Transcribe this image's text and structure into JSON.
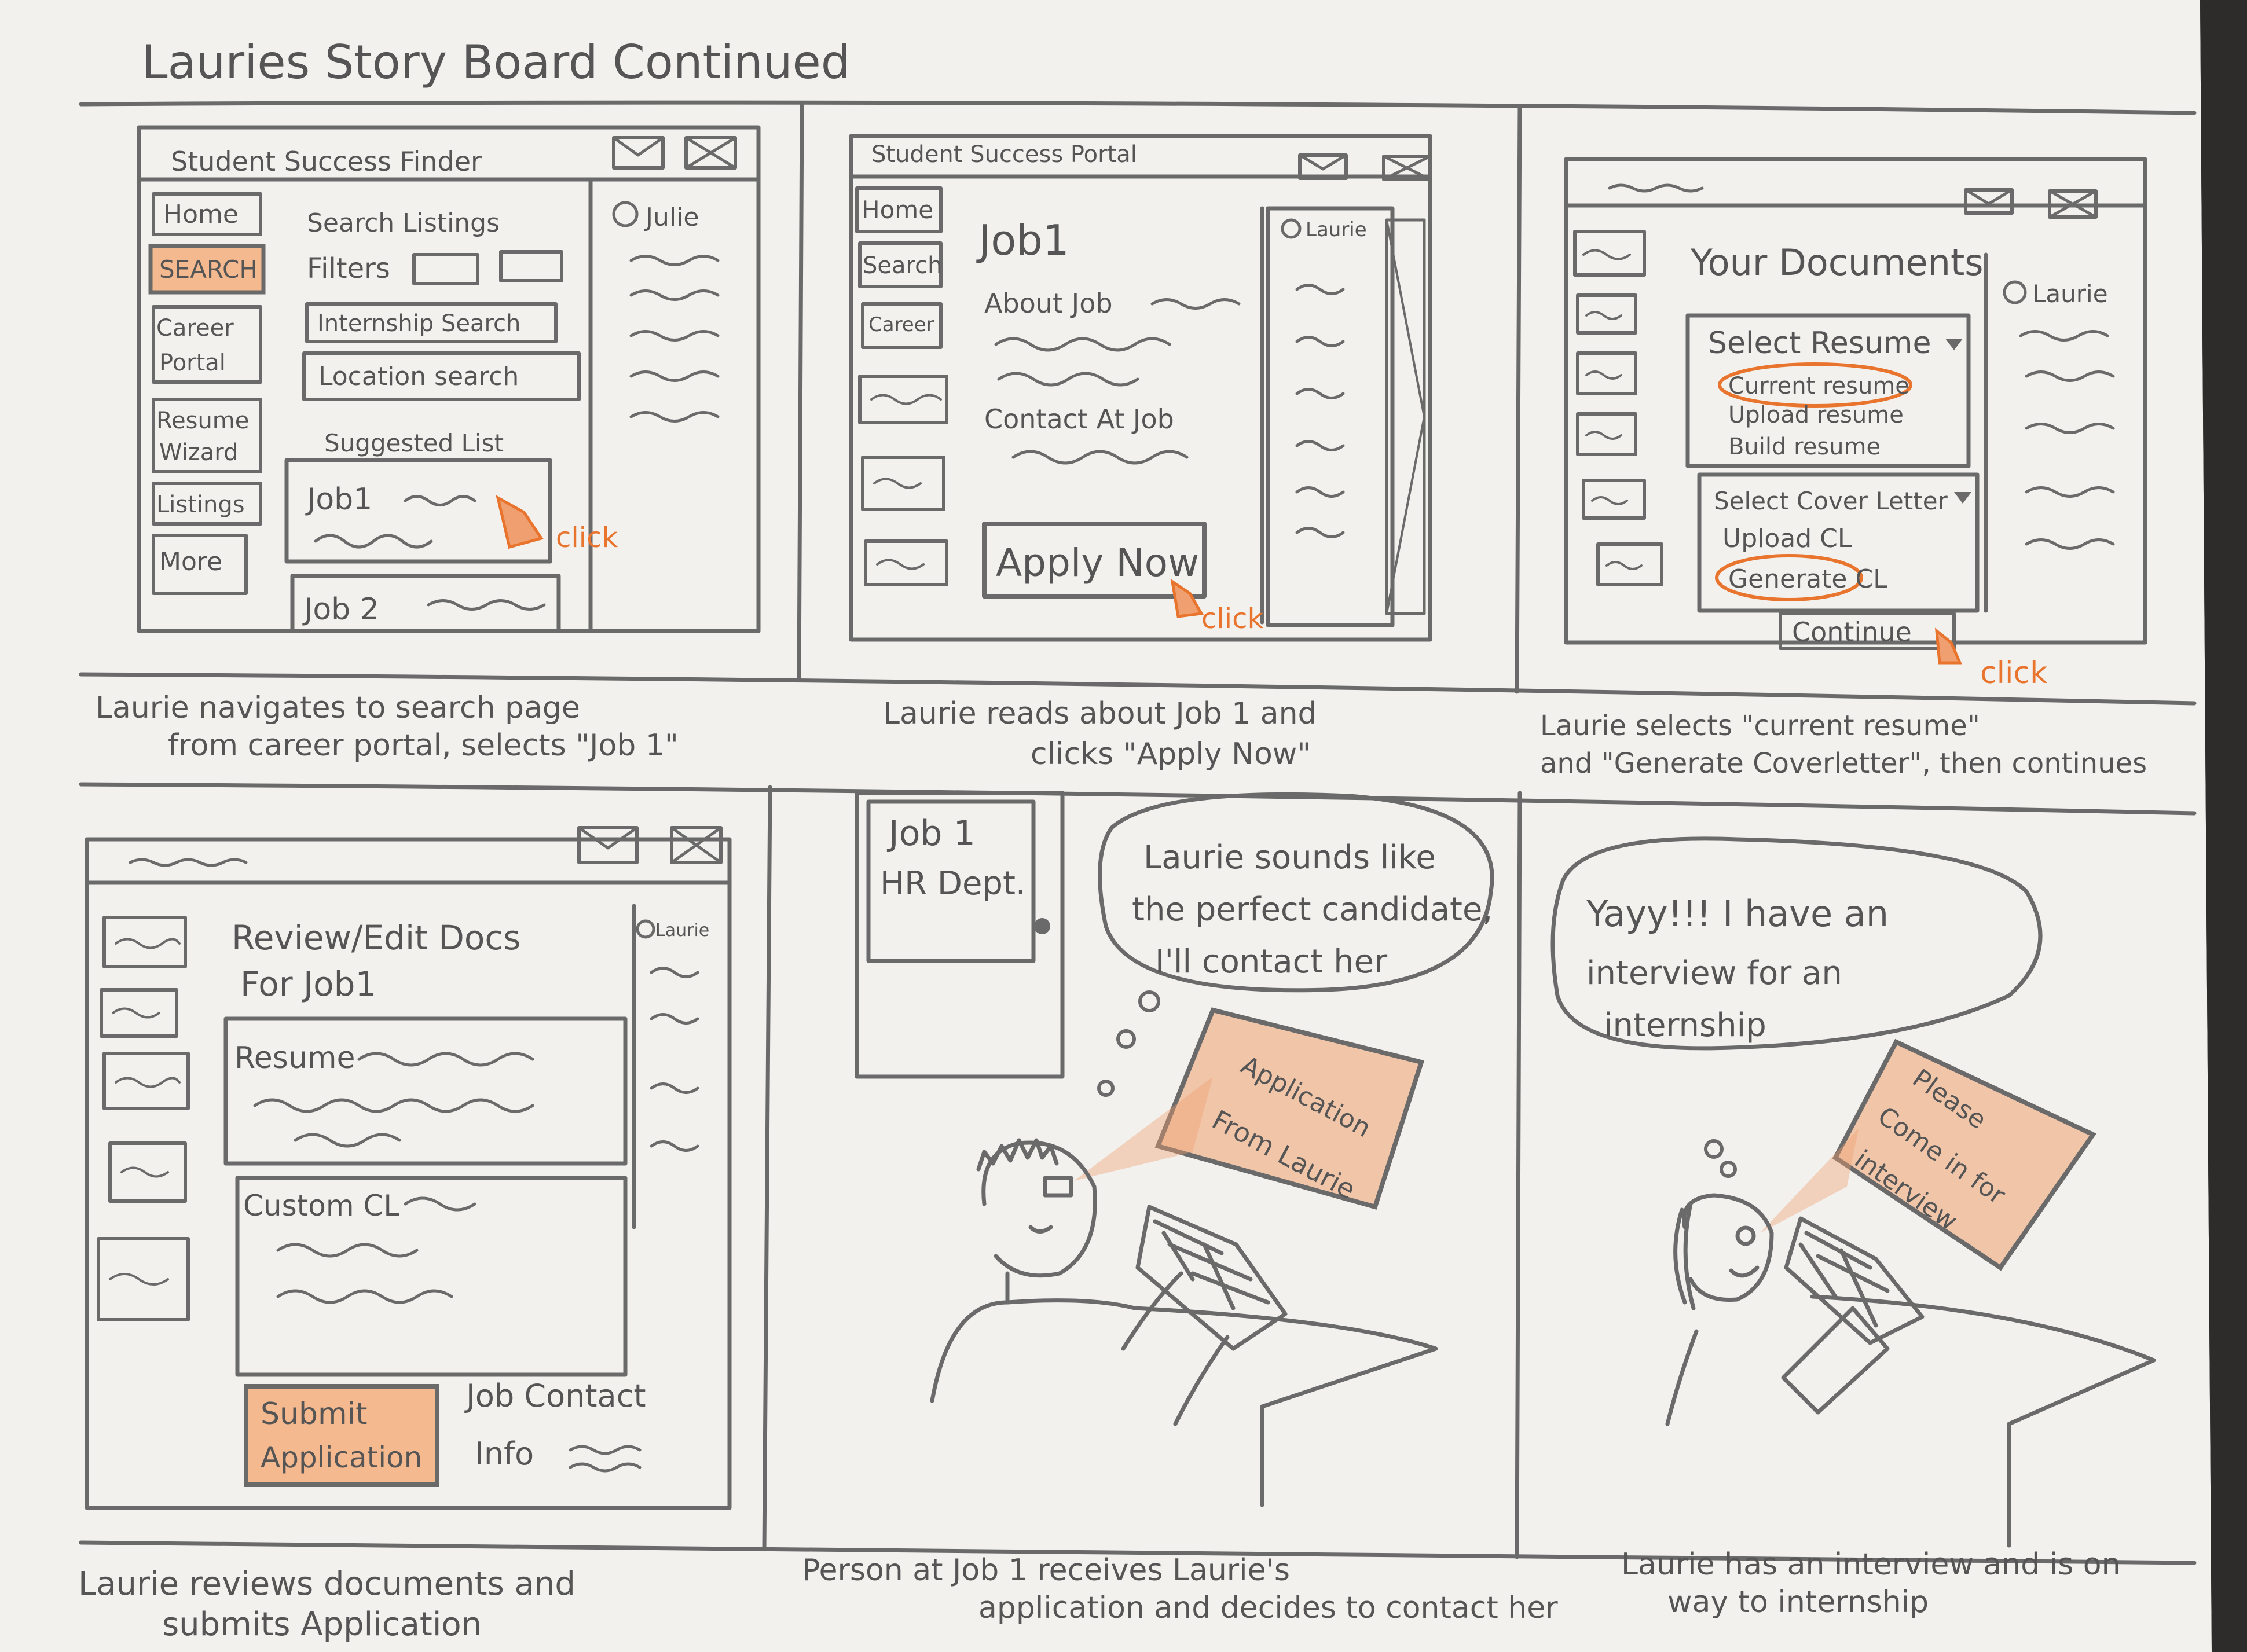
{
  "page": {
    "title": "Lauries Story Board Continued"
  },
  "panel1": {
    "window_title": "Student Success Finder",
    "nav": [
      "Home",
      "SEARCH",
      "Career Portal",
      "Resume Wizard",
      "Listings",
      "More"
    ],
    "search_heading": "Search Listings",
    "filters_label": "Filters",
    "internship_search": "Internship Search",
    "location_search": "Location search",
    "suggested_heading": "Suggested List",
    "job1": "Job1",
    "job2": "Job 2",
    "user": "Julie",
    "click": "click",
    "caption": "Laurie navigates to search page from career portal, selects \"Job 1\""
  },
  "panel2": {
    "window_title": "Student Success Portal",
    "nav": [
      "Home",
      "Search",
      "Career"
    ],
    "job_title": "Job1",
    "about": "About Job",
    "contact": "Contact At Job",
    "apply": "Apply Now",
    "user": "Laurie",
    "click": "click",
    "caption": "Laurie reads about Job 1 and clicks \"Apply Now\""
  },
  "panel3": {
    "heading": "Your Documents",
    "select_resume": "Select Resume",
    "current_resume": "Current resume",
    "upload_resume": "Upload resume",
    "build_resume": "Build resume",
    "select_cl": "Select Cover Letter",
    "upload_cl": "Upload CL",
    "generate_cl": "Generate CL",
    "continue": "Continue",
    "user": "Laurie",
    "click": "click",
    "caption": "Laurie selects \"current resume\" and \"Generate Coverletter\", then continues"
  },
  "panel4": {
    "heading_line1": "Review/Edit Docs",
    "heading_line2": "For Job1",
    "resume": "Resume",
    "custom_cl": "Custom CL",
    "submit_line1": "Submit",
    "submit_line2": "Application",
    "contact_line1": "Job Contact",
    "contact_line2": "Info",
    "user": "Laurie",
    "caption": "Laurie reviews documents and submits Application"
  },
  "panel5": {
    "sign_line1": "Job 1",
    "sign_line2": "HR Dept.",
    "bubble_line1": "Laurie sounds like",
    "bubble_line2": "the perfect candidate,",
    "bubble_line3": "I'll contact her",
    "screen_line1": "Application",
    "screen_line2": "From Laurie",
    "caption": "Person at Job 1 receives Laurie's application and decides to contact her"
  },
  "panel6": {
    "bubble_line1": "Yayy!!! I have an",
    "bubble_line2": "interview for an",
    "bubble_line3": "internship",
    "screen_line1": "Please",
    "screen_line2": "Come in for",
    "screen_line3": "interview",
    "caption": "Laurie has an interview and is on way to internship"
  }
}
